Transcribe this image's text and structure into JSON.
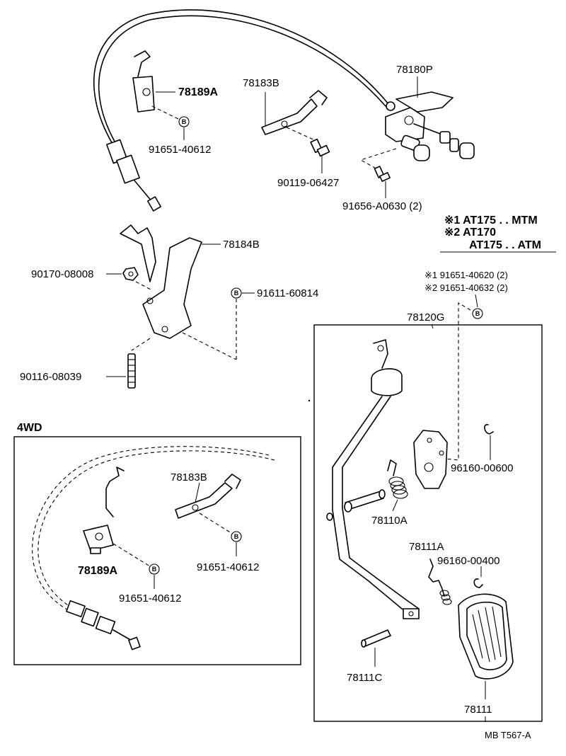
{
  "labels": {
    "p78189A_top": "78189A",
    "p91651_40612_top": "91651-40612",
    "p78183B_top": "78183B",
    "p90119_06427": "90119-06427",
    "p78180P": "78180P",
    "p91656_A0630": "91656-A0630 (2)",
    "p78184B": "78184B",
    "p90170_08008": "90170-08008",
    "p91611_60814": "91611-60814",
    "p90116_08039": "90116-08039",
    "p78120G": "78120G",
    "p91651_40620": "※1 91651-40620 (2)",
    "p91651_40632": "※2 91651-40632 (2)",
    "p96160_00600": "96160-00600",
    "p78110A": "78110A",
    "p78111A": "78111A",
    "p96160_00400": "96160-00400",
    "p78111C": "78111C",
    "p78111": "78111",
    "p78183B_4wd": "78183B",
    "p78189A_4wd": "78189A",
    "p91651_40612_4wd_right": "91651-40612",
    "p91651_40612_4wd_left": "91651-40612"
  },
  "legend": {
    "line1": "※1 AT175 . . MTM",
    "line2": "※2 AT170",
    "line3": "AT175 . . ATM"
  },
  "section_4wd": "4WD",
  "bolt_mark": "B",
  "diagram_code": "MB T567-A"
}
